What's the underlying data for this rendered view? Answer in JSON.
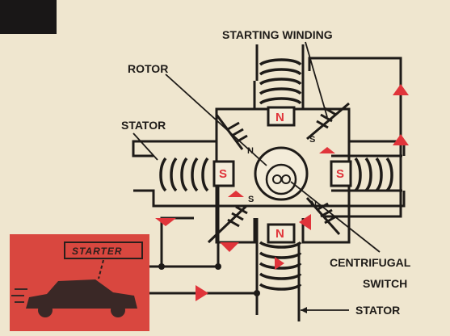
{
  "labels": {
    "starting_winding": "STARTING WINDING",
    "rotor": "ROTOR",
    "stator_left": "STATOR",
    "centrifugal": "CENTRIFUGAL",
    "switch": "SWITCH",
    "stator_bottom": "STATOR",
    "starter": "STARTER"
  },
  "poles": {
    "top": "N",
    "left": "S",
    "right": "S",
    "bottom": "N",
    "ul": "N",
    "ur": "S",
    "ll": "S",
    "lr": "N"
  },
  "colors": {
    "background": "#efe6cf",
    "ink": "#1e1b18",
    "accent_red": "#e0343a",
    "starter_box": "#d9473f",
    "black_block": "#191717"
  }
}
